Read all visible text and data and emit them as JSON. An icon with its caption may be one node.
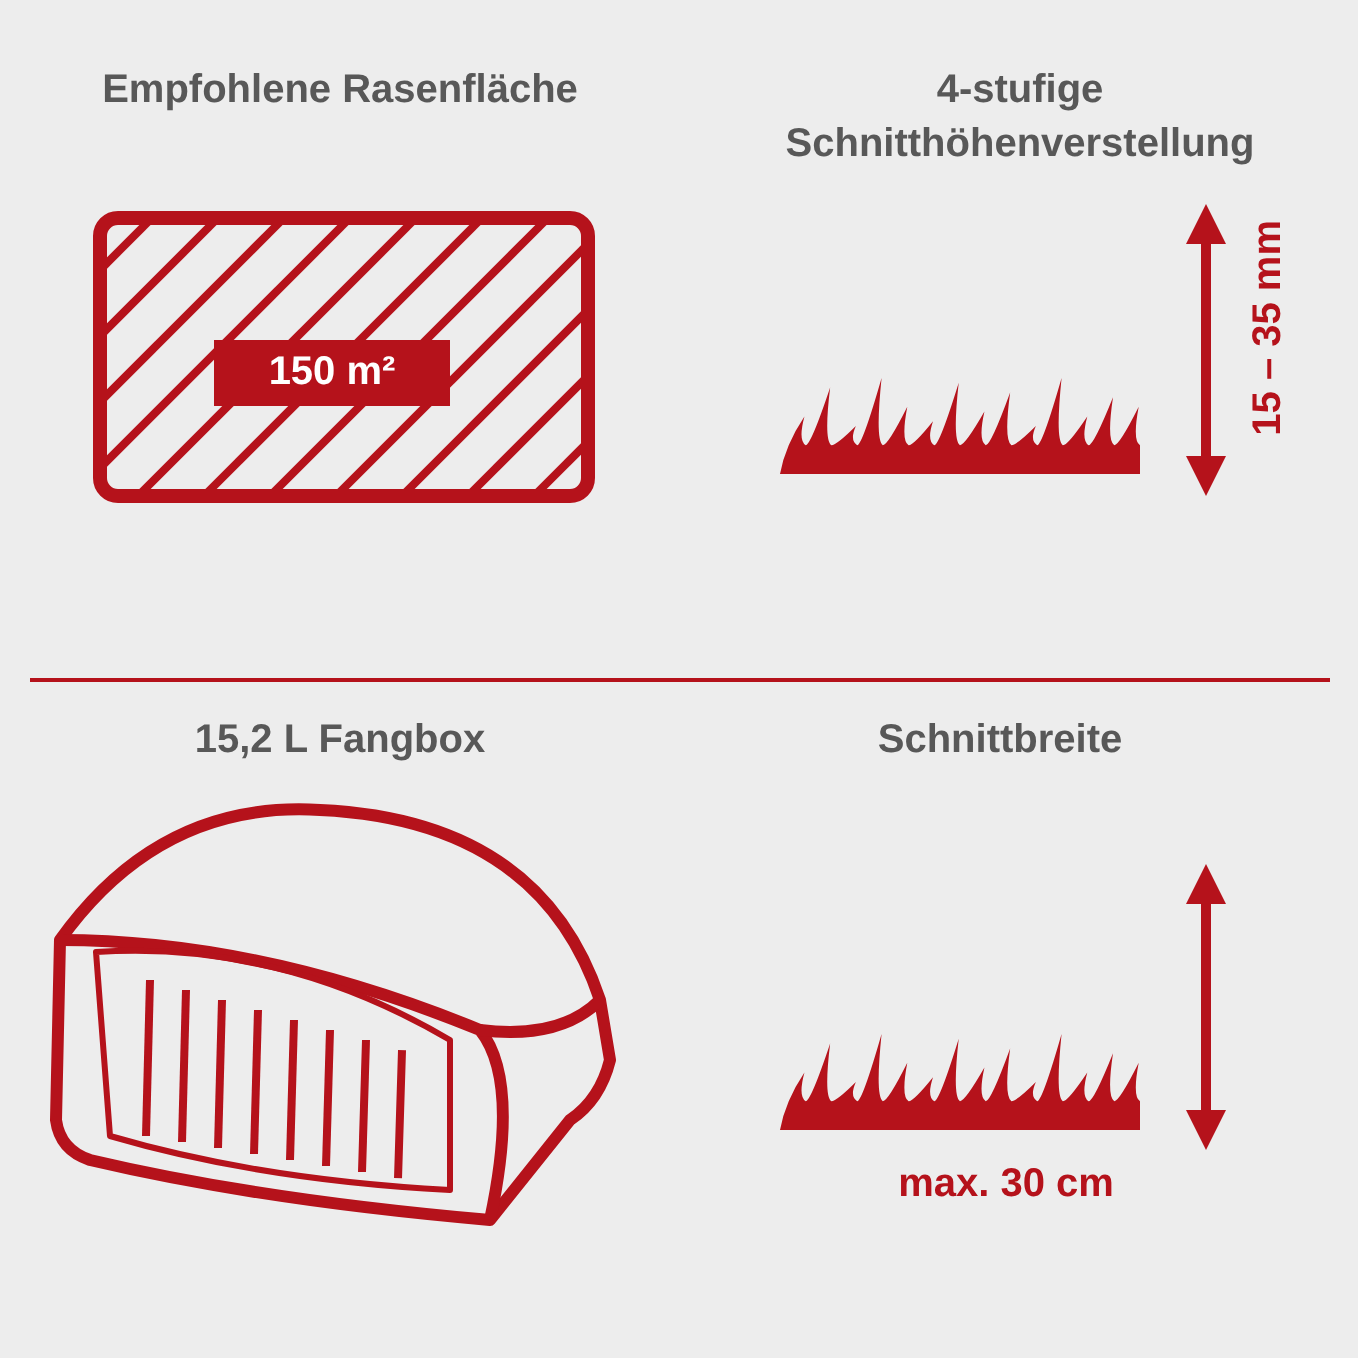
{
  "diagram": {
    "labels": [
      "Empfohlene Rasenfläche",
      "4-stufige Schnitthöhenverstellung",
      "150 m²",
      "15 – 35 mm",
      "15,2 L Fangbox",
      "Schnittbreite",
      "max. 30 cm"
    ]
  }
}
